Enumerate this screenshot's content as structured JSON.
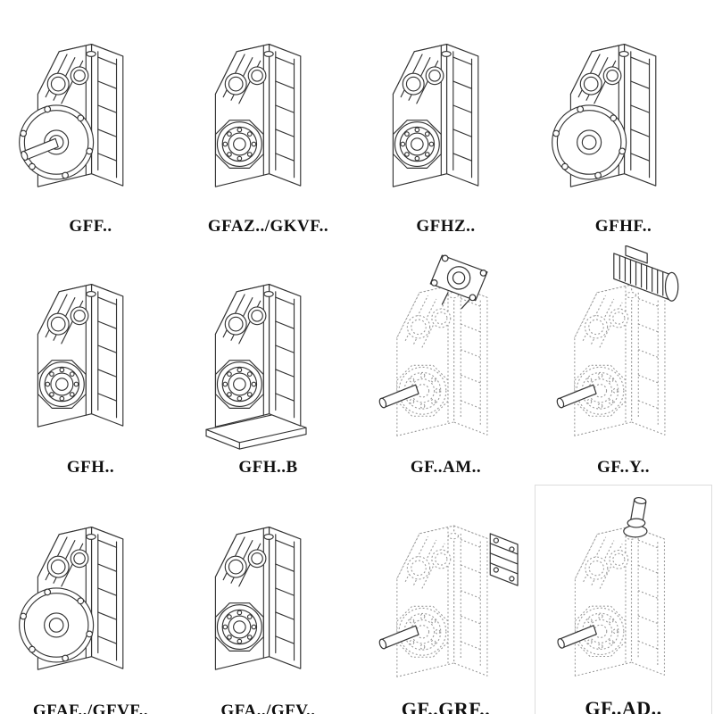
{
  "page": {
    "background": "#ffffff",
    "colors": {
      "solid_line": "#333333",
      "dashed_line": "#9b9b9b",
      "label_text": "#101010"
    }
  },
  "catalog": {
    "items": [
      {
        "label": "GFF..",
        "drawing": "gearbox-output-flange-solid-shaft",
        "line_style": "solid"
      },
      {
        "label": "GFAZ../GKVF..",
        "drawing": "gearbox-hollow-shaft-small-flange",
        "line_style": "solid"
      },
      {
        "label": "GFHZ..",
        "drawing": "gearbox-hollow-shaft",
        "line_style": "solid"
      },
      {
        "label": "GFHF..",
        "drawing": "gearbox-flange-hollow-shaft",
        "line_style": "solid"
      },
      {
        "label": "GFH..",
        "drawing": "gearbox-hollow-shaft",
        "line_style": "solid"
      },
      {
        "label": "GFH..B",
        "drawing": "gearbox-hollow-shaft-with-base",
        "line_style": "solid"
      },
      {
        "label": "GF..AM..",
        "drawing": "gearbox-iec-adapter-flange",
        "line_style": "dashed"
      },
      {
        "label": "GF..Y..",
        "drawing": "gearbox-mounted-motor",
        "line_style": "dashed"
      },
      {
        "label": "GFAF../GFVF..",
        "drawing": "gearbox-flange-hollow-shaft",
        "line_style": "solid"
      },
      {
        "label": "GFA../GFV..",
        "drawing": "gearbox-hollow-shaft-small-flange",
        "line_style": "solid"
      },
      {
        "label": "GF..GRF..",
        "drawing": "gearbox-side-adapter",
        "line_style": "dashed"
      },
      {
        "label": "GF..AD..",
        "drawing": "gearbox-input-shaft-adapter",
        "line_style": "dashed"
      }
    ]
  }
}
